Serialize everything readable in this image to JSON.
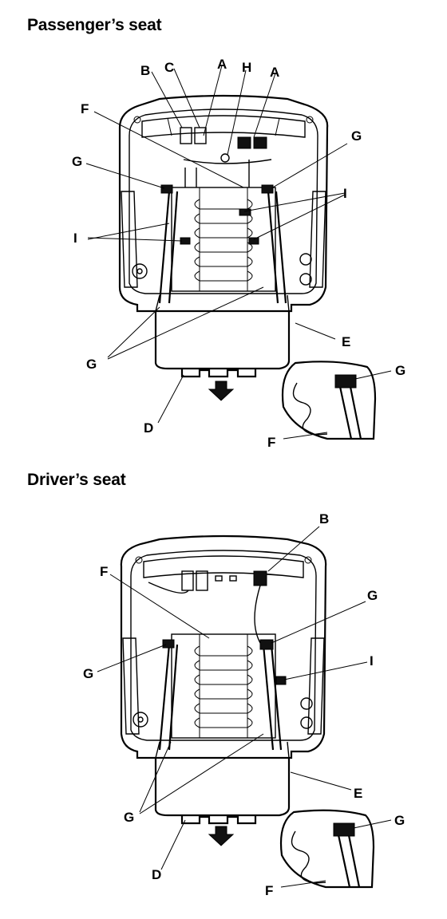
{
  "headings": {
    "passenger": "Passenger’s seat",
    "driver": "Driver’s seat"
  },
  "labels": {
    "A": "A",
    "B": "B",
    "C": "C",
    "D": "D",
    "E": "E",
    "F": "F",
    "G": "G",
    "H": "H",
    "I": "I"
  }
}
